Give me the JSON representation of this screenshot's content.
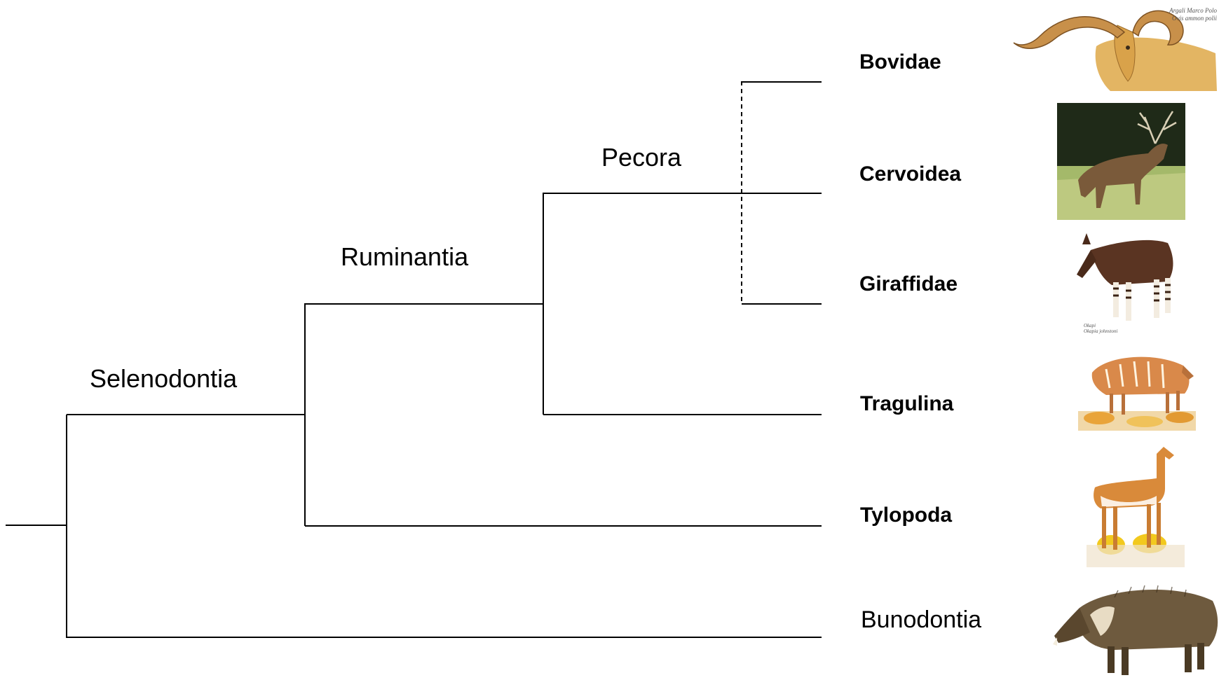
{
  "clades": {
    "selenodontia": "Selenodontia",
    "ruminantia": "Ruminantia",
    "pecora": "Pecora"
  },
  "taxa": {
    "bovidae": "Bovidae",
    "cervoidea": "Cervoidea",
    "giraffidae": "Giraffidae",
    "tragulina": "Tragulina",
    "tylopoda": "Tylopoda",
    "bunodontia": "Bunodontia"
  },
  "image_credits": {
    "argali_line1": "Argali Marco Polo",
    "argali_line2": "Ovis ammon polii",
    "okapi_line1": "Okapi",
    "okapi_line2": "Okapia johnstoni"
  },
  "icons": {
    "bovidae": "argali-ram-illustration",
    "cervoidea": "red-deer-stag-photo",
    "giraffidae": "okapi-illustration",
    "tragulina": "chevrotain-illustration",
    "tylopoda": "vicuna-illustration",
    "bunodontia": "wild-boar-illustration"
  },
  "colors": {
    "line": "#000000",
    "tan": "#d9a24a",
    "grass": "#8fae5a"
  }
}
